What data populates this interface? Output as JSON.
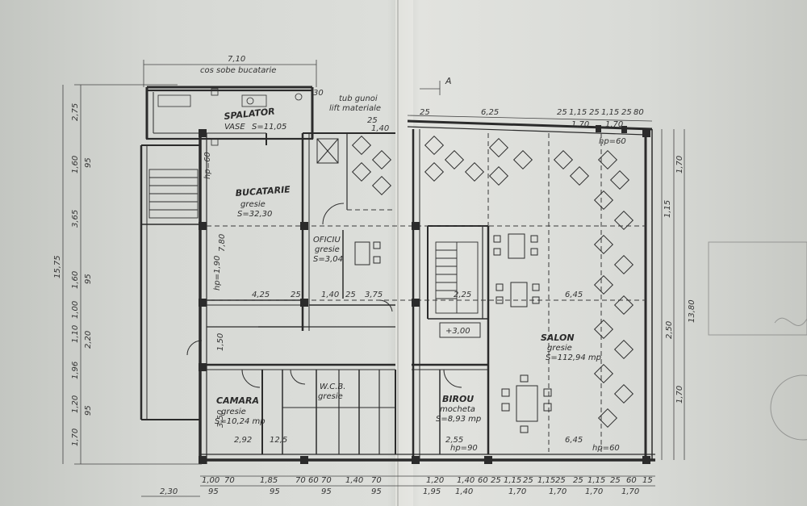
{
  "rooms": {
    "spalator": {
      "name": "SPALATOR",
      "sub": "VASE",
      "area": "S=11,05"
    },
    "bucatarie": {
      "name": "BUCATARIE",
      "floor": "gresie",
      "area": "S=32,30"
    },
    "oficiu": {
      "name": "OFICIU",
      "floor": "gresie",
      "area": "S=3,04"
    },
    "camara": {
      "name": "CAMARA",
      "floor": "gresie",
      "area": "S=10,24 mp"
    },
    "wc": {
      "name": "W.C.B.",
      "floor": "gresie"
    },
    "birou": {
      "name": "BIROU",
      "floor": "mocheta",
      "area": "S=8,93 mp"
    },
    "salon": {
      "name": "SALON",
      "floor": "gresie",
      "area": "S=112,94 mp"
    }
  },
  "notes": {
    "cos": "cos sobe bucatarie",
    "tub": "tub gunoi",
    "lift": "lift materiale",
    "section": "A",
    "level": "+3,00",
    "hp_salon": "hp=60",
    "hp_birou": "hp=90",
    "hp_window": "hp=60",
    "hp_left": "hp=1,90",
    "hp_door": "hp=60"
  },
  "dims": {
    "top": [
      "7,10",
      "30",
      "6,25",
      "25",
      "1,15",
      "25",
      "1,15",
      "25",
      "80",
      "1,70",
      "1,70"
    ],
    "left": [
      "2,75",
      "1,60",
      "95",
      "3,65",
      "15,75",
      "1,60",
      "95",
      "1,00",
      "1,10",
      "2,20",
      "1,96",
      "1,20",
      "95",
      "1,70"
    ],
    "right": [
      "13,80",
      "2,50",
      "1,70",
      "1,15",
      "1,70"
    ],
    "bottom_row1": [
      "1,00",
      "70",
      "1,85",
      "70",
      "60",
      "70",
      "1,40",
      "70",
      "1,20",
      "1,40",
      "60",
      "25",
      "1,15",
      "25",
      "1,15",
      "25",
      "25",
      "1,15",
      "25",
      "60",
      "15"
    ],
    "bottom_row2": [
      "95",
      "95",
      "95",
      "95",
      "1,95",
      "1,40",
      "1,70",
      "1,70",
      "1,70",
      "1,70"
    ],
    "bottom_left": "2,30",
    "inner": [
      "4,25",
      "25",
      "1,40",
      "25",
      "3,75",
      "2,25",
      "6,45",
      "2,92",
      "12,5",
      "2,55",
      "6,45",
      "3,50",
      "1,50",
      "7,80",
      "25",
      "1,40",
      "25"
    ]
  }
}
